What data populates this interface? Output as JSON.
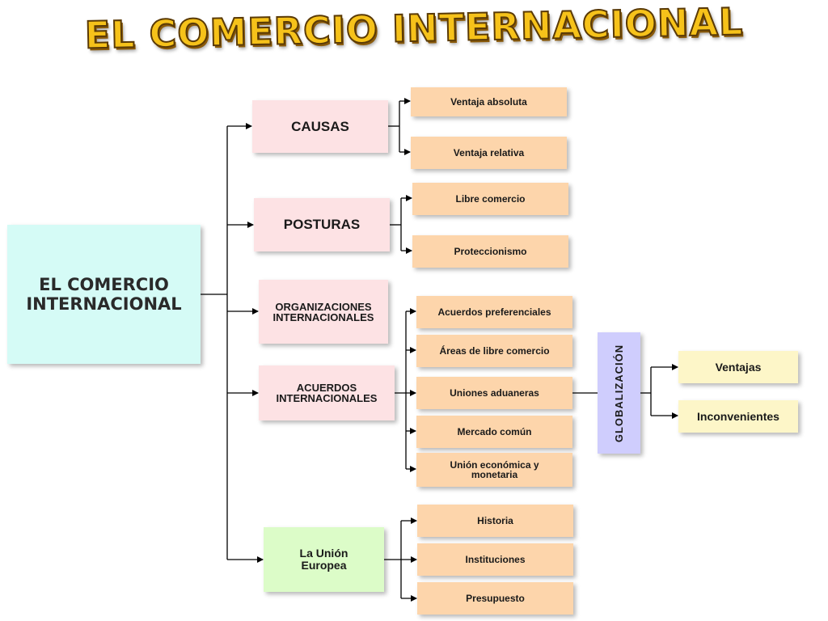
{
  "title": "EL COMERCIO INTERNACIONAL",
  "root": {
    "label": "EL COMERCIO INTERNACIONAL"
  },
  "branches": {
    "causas": {
      "label": "CAUSAS",
      "items": [
        "Ventaja absoluta",
        "Ventaja relativa"
      ]
    },
    "posturas": {
      "label": "POSTURAS",
      "items": [
        "Libre comercio",
        "Proteccionismo"
      ]
    },
    "organizaciones": {
      "label": "ORGANIZACIONES INTERNACIONALES"
    },
    "acuerdos": {
      "label": "ACUERDOS INTERNACIONALES",
      "items": [
        "Acuerdos preferenciales",
        "Áreas de libre comercio",
        "Uniones aduaneras",
        "Mercado común",
        "Unión económica y monetaria"
      ]
    },
    "union_europea": {
      "label": "La Unión Europea",
      "items": [
        "Historia",
        "Instituciones",
        "Presupuesto"
      ]
    }
  },
  "globalizacion": {
    "label": "GLOBALIZACIÓN",
    "items": [
      "Ventajas",
      "Inconvenientes"
    ]
  },
  "colors": {
    "root": "#d5fbf6",
    "category": "#fde2e4",
    "union_europea": "#dcfcc8",
    "leaf": "#fdd5ab",
    "globalizacion": "#cfcdfd",
    "result": "#fdf6c8",
    "title": "#f6c21a"
  }
}
